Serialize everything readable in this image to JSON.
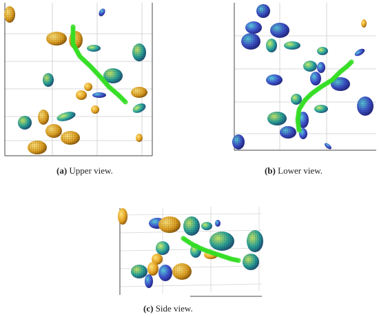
{
  "figure": {
    "panels": [
      {
        "id": "a",
        "label": "(a)",
        "caption": "Upper view.",
        "palette": "warm",
        "path_description": "green trajectory from top to lower right"
      },
      {
        "id": "b",
        "label": "(b)",
        "caption": "Lower view.",
        "palette": "cool",
        "path_description": "green trajectory from lower left to upper right"
      },
      {
        "id": "c",
        "label": "(c)",
        "caption": "Side view.",
        "palette": "mixed",
        "path_description": "green trajectory across the middle"
      }
    ],
    "colors": {
      "trajectory": "#33dd22",
      "warm": "#e0a020",
      "cool": "#3c4fc8",
      "teal": "#2aa39a",
      "grid": "#cccccc",
      "axis": "#444444"
    }
  }
}
